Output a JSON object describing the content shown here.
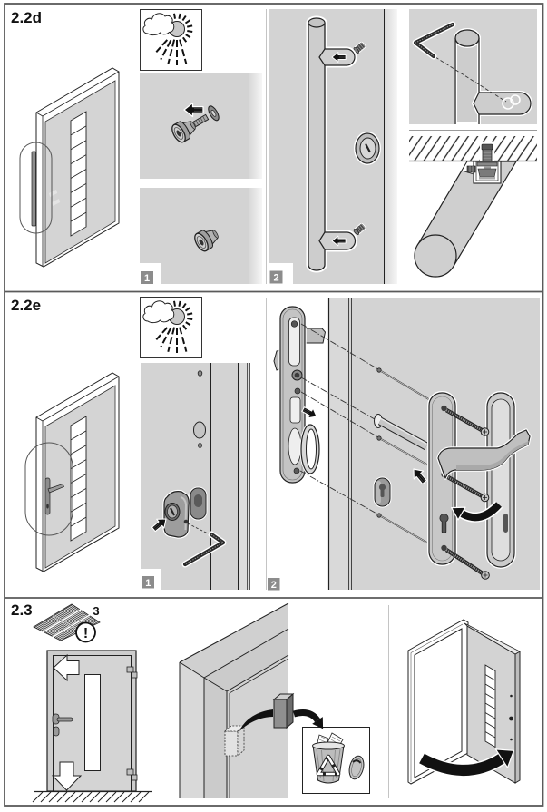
{
  "sections": [
    {
      "label": "2.2d",
      "illustrations": [
        "door-with-bar-handle-overview",
        "sun-cloud-weather-icon",
        "stud-bolt-with-washer",
        "bar-handle-with-standoffs",
        "hex-key-icon",
        "handle-mounting-cross-section"
      ],
      "steps": [
        {
          "badge": "1"
        },
        {
          "badge": "2"
        }
      ]
    },
    {
      "label": "2.2e",
      "illustrations": [
        "door-with-lever-handle-overview",
        "sun-cloud-weather-icon",
        "cylinder-rosette",
        "hex-key-icon",
        "lever-handle-set-exploded-view"
      ],
      "steps": [
        {
          "badge": "1"
        },
        {
          "badge": "2"
        }
      ]
    },
    {
      "label": "2.3",
      "manual_reference": "3",
      "warning_symbol": "!",
      "illustrations": [
        "manual-booklet-icon",
        "exclamation-circle-icon",
        "door-front-with-outline-arrows",
        "packing-block-removal",
        "recycle-bin-icon",
        "door-opening-swing-arrow"
      ]
    }
  ],
  "icons": {
    "weather": "sun-cloud-icon",
    "push_arrow": "block-arrow-icon",
    "rotate_arrow": "curved-arrow-icon",
    "hex_key": "hex-key-icon",
    "manual": "manual-booklet-icon",
    "warning": "exclamation-circle-icon",
    "recycle": "recycle-bin-icon",
    "direction_arrow_left": "outline-arrow-left-icon",
    "direction_arrow_down": "outline-arrow-down-icon"
  },
  "colors": {
    "paper": "#ffffff",
    "panel_grey": "#d3d3d3",
    "badge_grey": "#8c8c8c",
    "line": "#222222",
    "frame_border": "#5a5a5a",
    "divider": "#c4c4c4",
    "arrow": "#111111"
  }
}
